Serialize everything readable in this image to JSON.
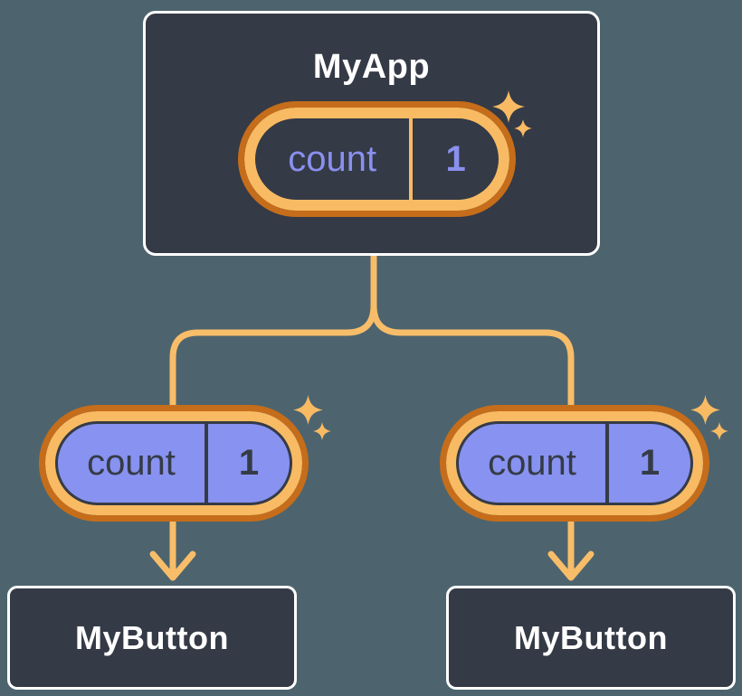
{
  "tree": {
    "root": {
      "title": "MyApp",
      "state": {
        "label": "count",
        "value": "1"
      }
    },
    "children": [
      {
        "title": "MyButton",
        "prop": {
          "label": "count",
          "value": "1"
        }
      },
      {
        "title": "MyButton",
        "prop": {
          "label": "count",
          "value": "1"
        }
      }
    ]
  },
  "icons": {
    "sparkle": "four-point-star"
  },
  "colors": {
    "background": "#4d646e",
    "panel": "#343a46",
    "panel_border": "#ffffff",
    "orange_dark": "#c56d1a",
    "amber": "#f8bb63",
    "connector": "#f8bd69",
    "periwinkle_fill": "#8892f0",
    "periwinkle_text": "#8a90ee",
    "dark_text": "#353b46"
  }
}
